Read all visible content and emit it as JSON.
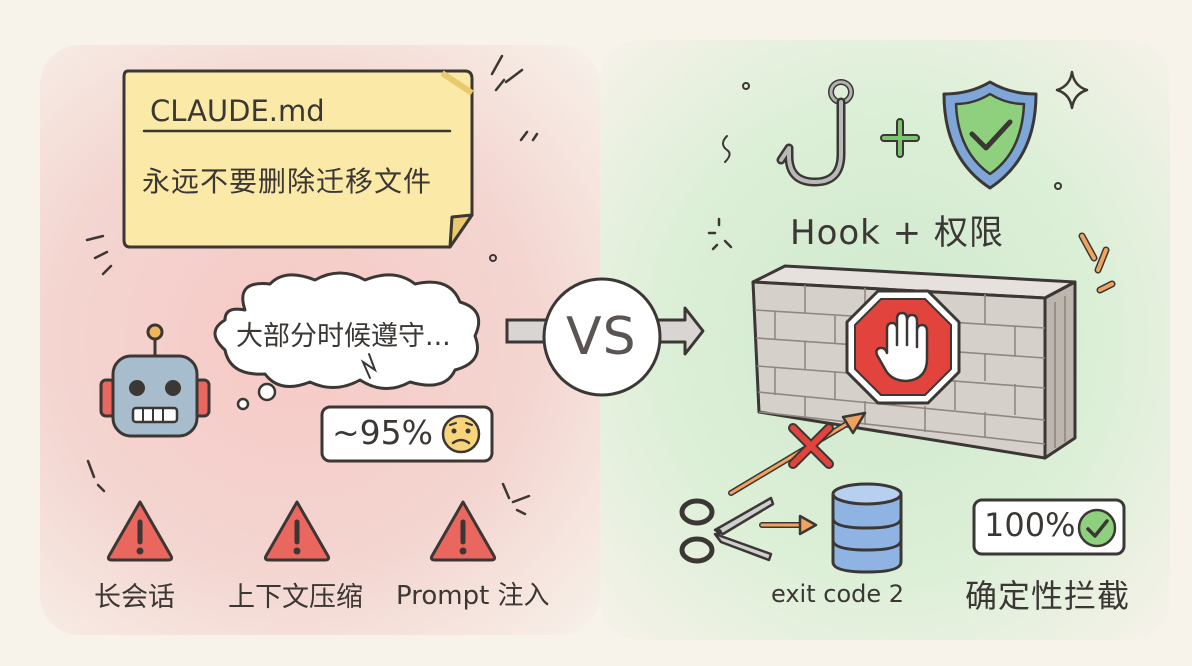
{
  "left": {
    "note_title": "CLAUDE.md",
    "note_text": "永远不要删除迁移文件",
    "thought_text": "大部分时候遵守...",
    "percent_badge": "~95%",
    "warnings": [
      {
        "label": "长会话",
        "icon": "warning-icon"
      },
      {
        "label": "上下文压缩",
        "icon": "warning-icon"
      },
      {
        "label": "Prompt 注入",
        "icon": "warning-icon"
      }
    ]
  },
  "center": {
    "vs_label": "VS"
  },
  "right": {
    "title": "Hook + 权限",
    "exit_code": "exit code 2",
    "percent_badge": "100%",
    "result_label": "确定性拦截"
  },
  "colors": {
    "left_bg": "#f6c9c6",
    "right_bg": "#cfe9cd",
    "note_yellow": "#fbe9a8",
    "warning_red": "#e9675f",
    "stop_red": "#e2443d",
    "check_green": "#7cc46d",
    "shield_blue": "#7fa6d9",
    "arrow_orange": "#f0a25f"
  }
}
